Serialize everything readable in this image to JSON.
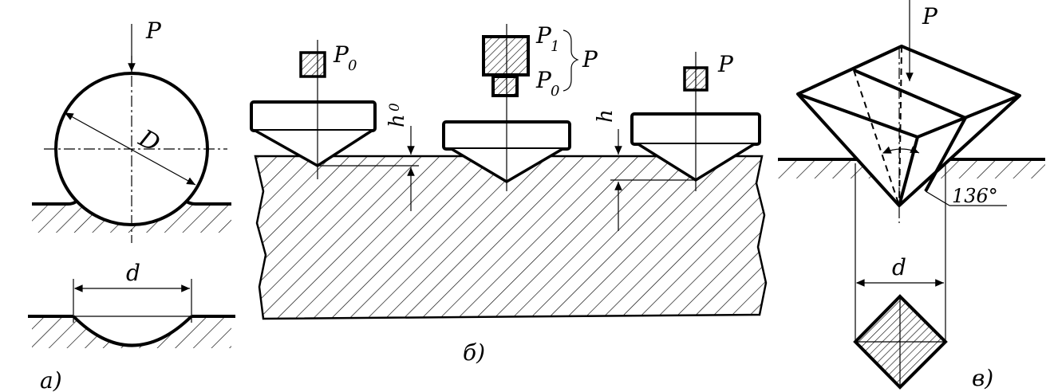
{
  "panels": {
    "a": {
      "caption": "a)",
      "load_label": "P",
      "diameter_label": "D",
      "imprint_label": "d"
    },
    "b": {
      "caption": "б)",
      "preload_label_left": "P",
      "preload_sub_left": "0",
      "main_load_label": "P",
      "main_load_sub": "1",
      "preload_label_mid": "P",
      "preload_sub_mid": "0",
      "total_load_label": "P",
      "right_load_label": "P",
      "depth0_label": "h",
      "depth0_sub": "0",
      "depth_label": "h"
    },
    "c": {
      "caption": "в)",
      "load_label": "P",
      "angle_label": "136°",
      "diagonal_label": "d"
    }
  }
}
